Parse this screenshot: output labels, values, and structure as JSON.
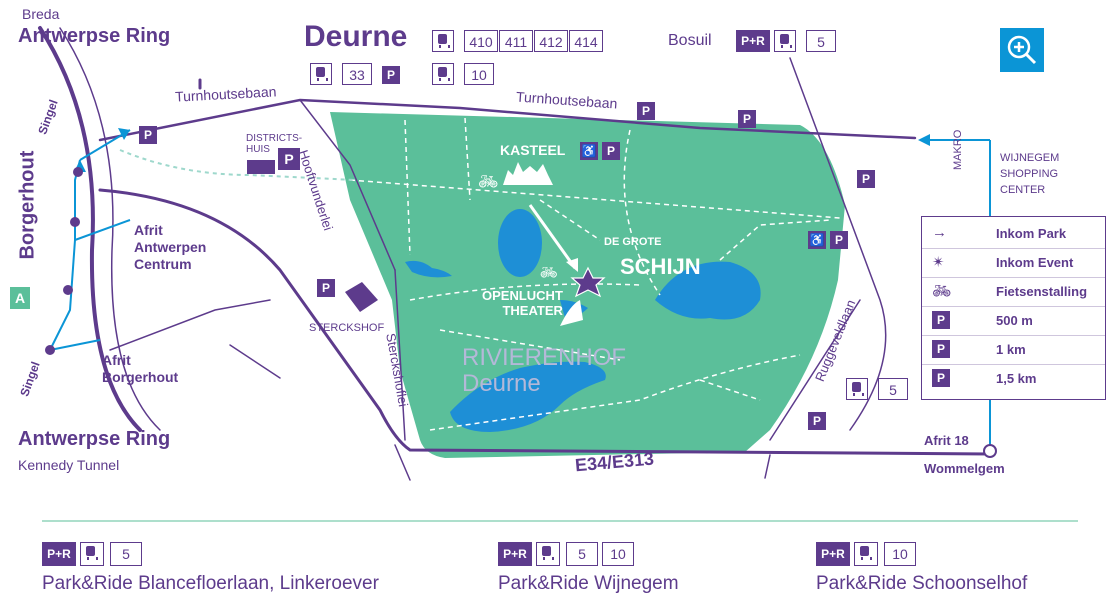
{
  "colors": {
    "park": "#5bbf9a",
    "water": "#1e8fd6",
    "road": "#5d3b8c",
    "link": "#0b95d6",
    "accent": "#5d3b8c"
  },
  "map": {
    "labels": {
      "breda": "Breda",
      "antwerpse_ring_top": "Antwerpse Ring",
      "borgerhout": "Borgerhout",
      "singel_top": "Singel",
      "singel_bottom": "Singel",
      "afrit_antwerpen": "Afrit\nAntwerpen\nCentrum",
      "afrit_borgerhout": "Afrit\nBorgerhout",
      "antwerpse_ring_bottom": "Antwerpse Ring",
      "kennedy_tunnel": "Kennedy Tunnel",
      "deurne": "Deurne",
      "bosuil": "Bosuil",
      "turnhoutsebaan_left": "Turnhoutsebaan",
      "turnhoutsebaan_right": "Turnhoutsebaan",
      "hooftvunderlei": "Hooftvunderlei",
      "districtshuis": "DISTRICTS-\nHUIS",
      "kasteel": "KASTEEL",
      "openlucht_theater": "OPENLUCHT\nTHEATER",
      "de_grote": "DE GROTE",
      "schijn": "SCHIJN",
      "rivierenhof": "RIVIERENHOF",
      "rivierenhof_deurne": "Deurne",
      "sterckshof": "STERCKSHOF",
      "sterckshoflei": "Sterckshoflei",
      "ruggeveldlaan": "Ruggeveldlaan",
      "e34": "E34/E313",
      "afrit18": "Afrit 18",
      "wommelgem": "Wommelgem",
      "makro": "MAKRO",
      "wijnegem": "WIJNEGEM\nSHOPPING\nCENTER",
      "parking_p": "P",
      "pr": "P+R",
      "borgerhout_badge": "A"
    },
    "transit": {
      "bus_lines_top": [
        "410",
        "411",
        "412",
        "414"
      ],
      "bus_line_33": "33",
      "tram_10": "10",
      "bosuil_tram": "5",
      "ruggeveld_tram": "5"
    }
  },
  "legend": {
    "rows": [
      {
        "icon": "arrow-right-icon",
        "label": "Inkom Park"
      },
      {
        "icon": "star-burst-icon",
        "label": "Inkom Event"
      },
      {
        "icon": "bicycle-icon",
        "label": "Fietsenstalling"
      },
      {
        "icon": "parking-walk-1-icon",
        "label": "500 m"
      },
      {
        "icon": "parking-walk-2-icon",
        "label": "1 km"
      },
      {
        "icon": "parking-walk-3-icon",
        "label": "1,5 km"
      }
    ]
  },
  "park_and_ride": [
    {
      "lines": [
        "5"
      ],
      "label": "Park&Ride Blancefloerlaan, Linkeroever"
    },
    {
      "lines": [
        "5",
        "10"
      ],
      "label": "Park&Ride Wijnegem"
    },
    {
      "lines": [
        "10"
      ],
      "label": "Park&Ride Schoonselhof"
    }
  ],
  "zoom_button": {
    "icon": "zoom-in-icon"
  }
}
